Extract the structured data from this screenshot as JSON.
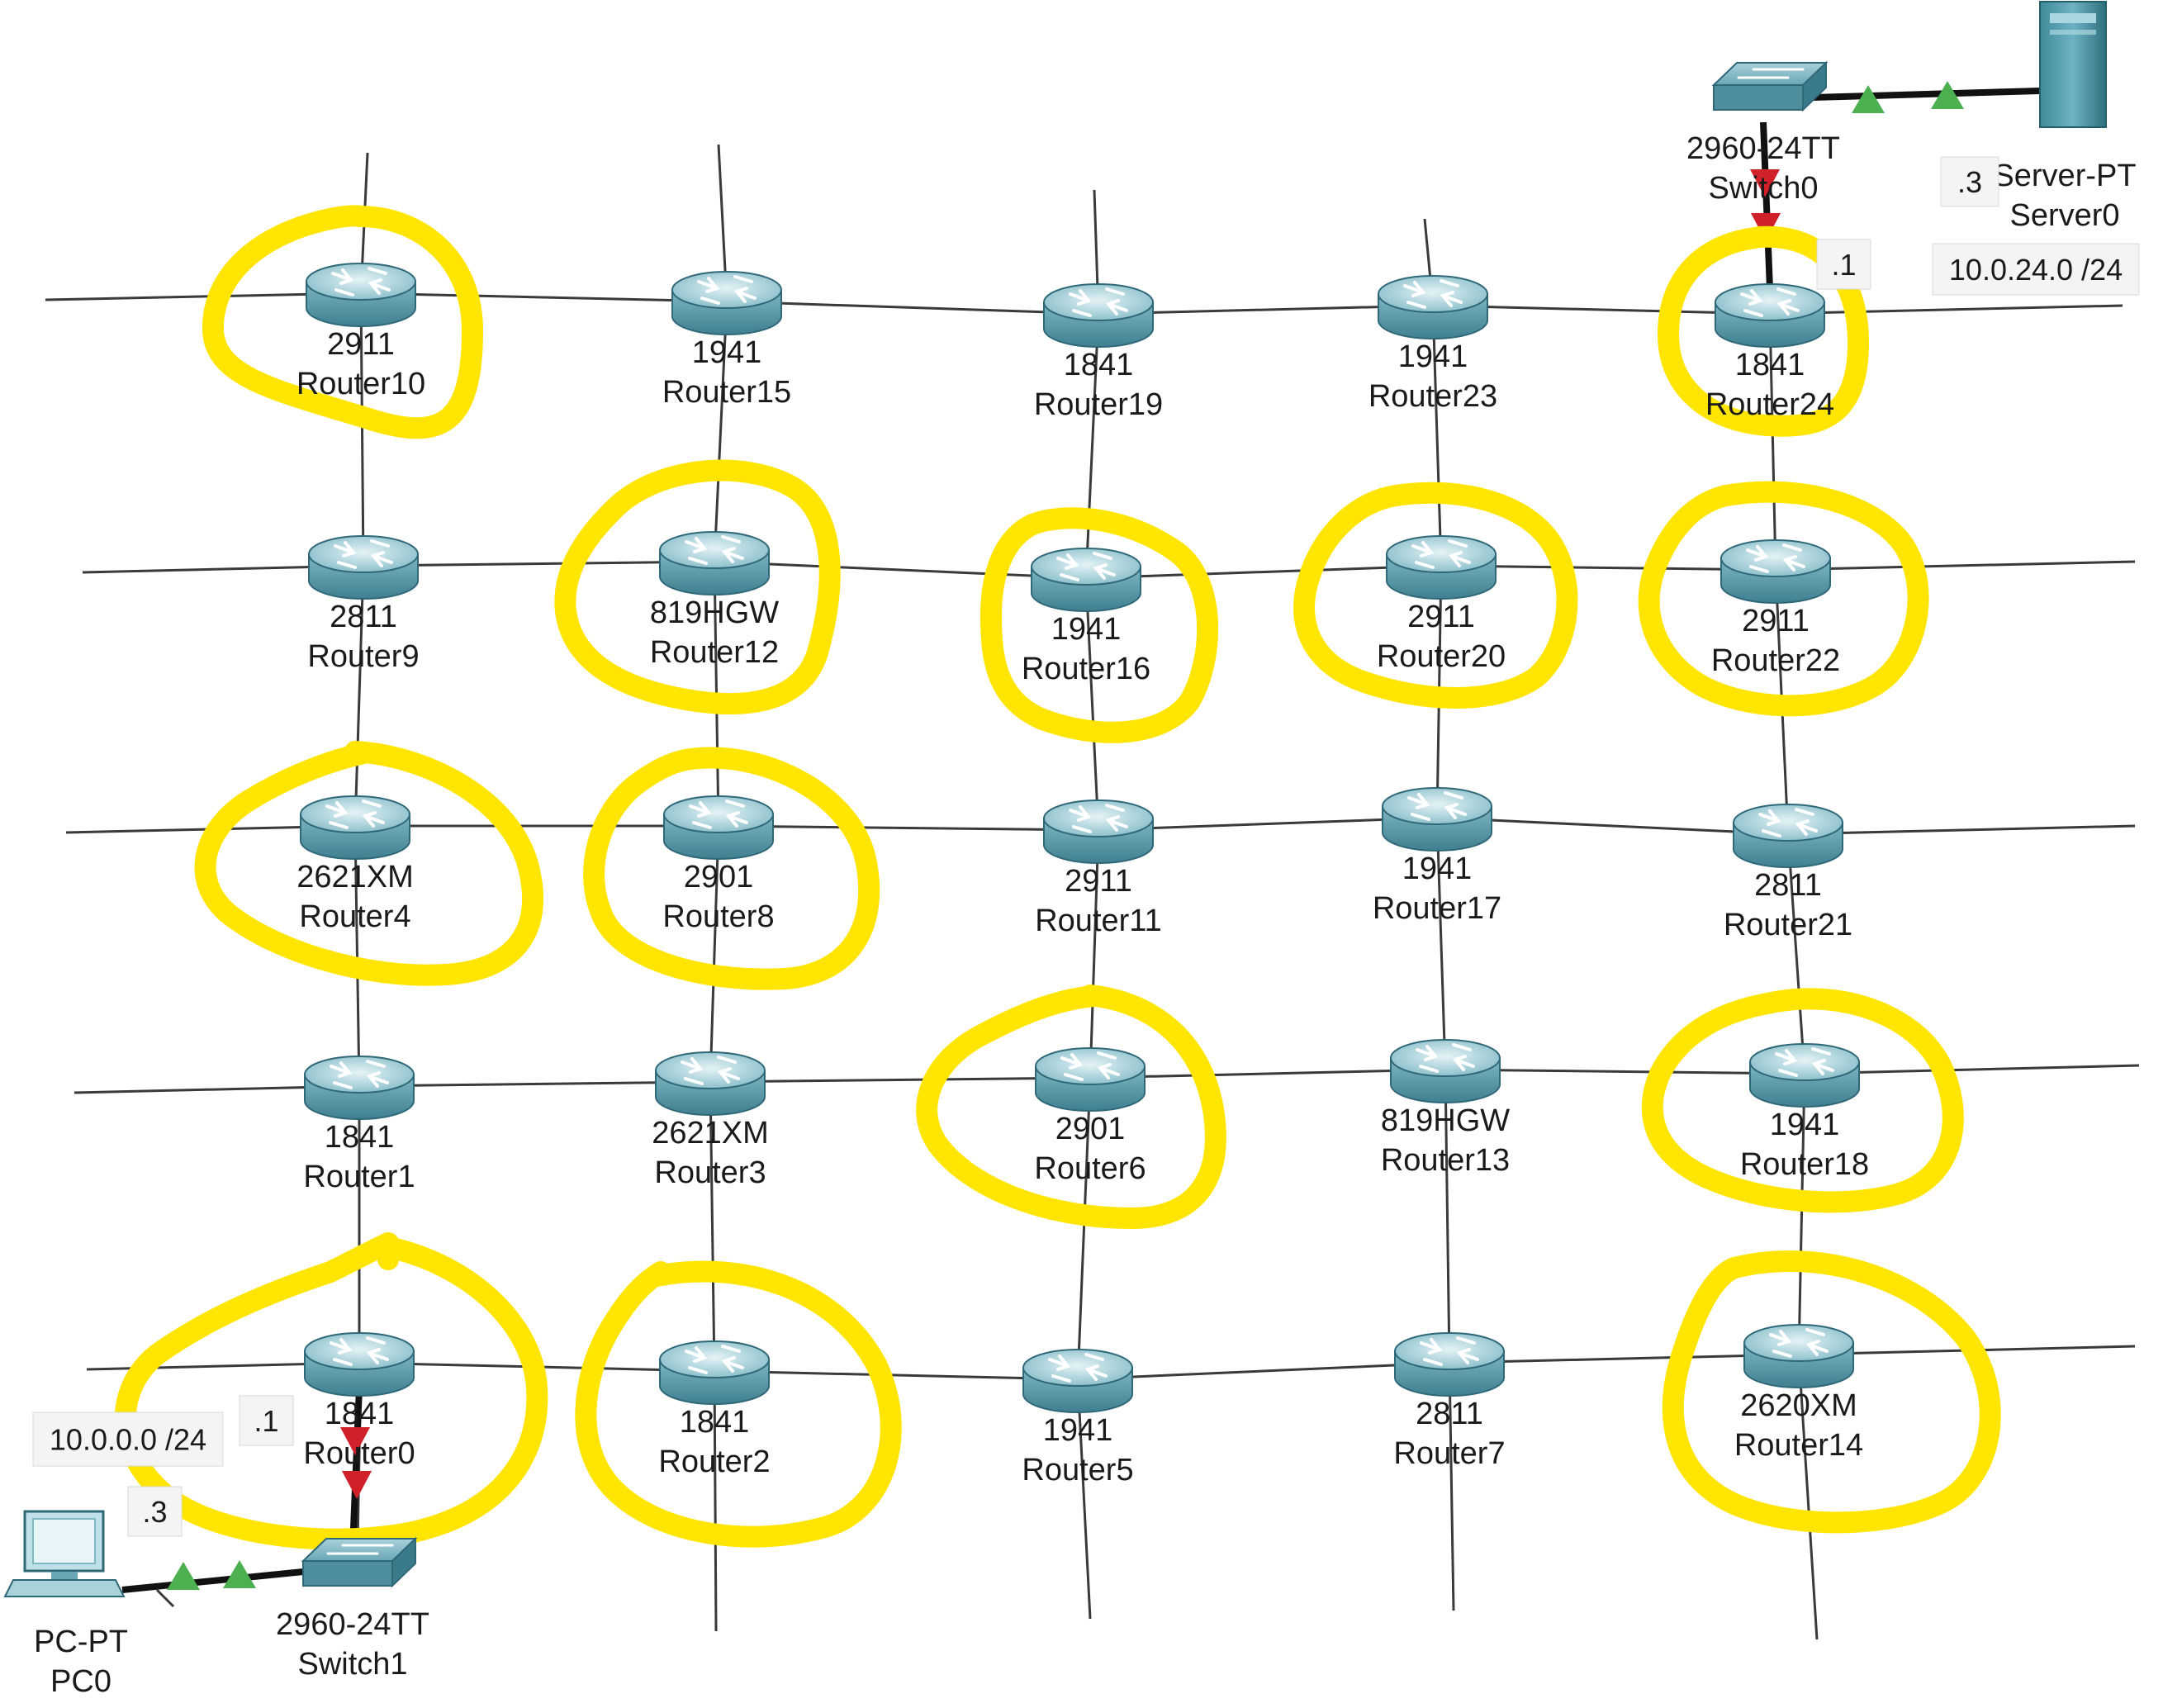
{
  "colors": {
    "highlight": "#ffe500",
    "router_body": "#5a9aaa",
    "router_top": "#bfe0e6",
    "wire": "#3a3a3a",
    "link_up": "#4caf50",
    "link_down": "#d0202a",
    "label_bg": "#f4f4f4"
  },
  "routers": [
    {
      "id": "Router10",
      "model": "2911",
      "name": "Router10",
      "circled": true
    },
    {
      "id": "Router15",
      "model": "1941",
      "name": "Router15",
      "circled": false
    },
    {
      "id": "Router19",
      "model": "1841",
      "name": "Router19",
      "circled": false
    },
    {
      "id": "Router23",
      "model": "1941",
      "name": "Router23",
      "circled": false
    },
    {
      "id": "Router24",
      "model": "1841",
      "name": "Router24",
      "circled": true
    },
    {
      "id": "Router9",
      "model": "2811",
      "name": "Router9",
      "circled": false
    },
    {
      "id": "Router12",
      "model": "819HGW",
      "name": "Router12",
      "circled": true
    },
    {
      "id": "Router16",
      "model": "1941",
      "name": "Router16",
      "circled": true
    },
    {
      "id": "Router20",
      "model": "2911",
      "name": "Router20",
      "circled": true
    },
    {
      "id": "Router22",
      "model": "2911",
      "name": "Router22",
      "circled": true
    },
    {
      "id": "Router4",
      "model": "2621XM",
      "name": "Router4",
      "circled": true
    },
    {
      "id": "Router8",
      "model": "2901",
      "name": "Router8",
      "circled": true
    },
    {
      "id": "Router11",
      "model": "2911",
      "name": "Router11",
      "circled": false
    },
    {
      "id": "Router17",
      "model": "1941",
      "name": "Router17",
      "circled": false
    },
    {
      "id": "Router21",
      "model": "2811",
      "name": "Router21",
      "circled": false
    },
    {
      "id": "Router1",
      "model": "1841",
      "name": "Router1",
      "circled": false
    },
    {
      "id": "Router3",
      "model": "2621XM",
      "name": "Router3",
      "circled": false
    },
    {
      "id": "Router6",
      "model": "2901",
      "name": "Router6",
      "circled": true
    },
    {
      "id": "Router13",
      "model": "819HGW",
      "name": "Router13",
      "circled": false
    },
    {
      "id": "Router18",
      "model": "1941",
      "name": "Router18",
      "circled": true
    },
    {
      "id": "Router0",
      "model": "1841",
      "name": "Router0",
      "circled": true
    },
    {
      "id": "Router2",
      "model": "1841",
      "name": "Router2",
      "circled": true
    },
    {
      "id": "Router5",
      "model": "1941",
      "name": "Router5",
      "circled": false
    },
    {
      "id": "Router7",
      "model": "2811",
      "name": "Router7",
      "circled": false
    },
    {
      "id": "Router14",
      "model": "2620XM",
      "name": "Router14",
      "circled": true
    }
  ],
  "switches": [
    {
      "id": "Switch0",
      "model": "2960-24TT",
      "name": "Switch0"
    },
    {
      "id": "Switch1",
      "model": "2960-24TT",
      "name": "Switch1"
    }
  ],
  "end_devices": [
    {
      "id": "Server0",
      "model": "Server-PT",
      "name": "Server0",
      "icon": "server-icon"
    },
    {
      "id": "PC0",
      "model": "PC-PT",
      "name": "PC0",
      "icon": "pc-icon"
    }
  ],
  "labels": {
    "server_net": "10.0.24.0 /24",
    "server_host": ".3",
    "router24_if": ".1",
    "pc_net": "10.0.0.0 /24",
    "router0_if": ".1",
    "pc_host": ".3"
  }
}
